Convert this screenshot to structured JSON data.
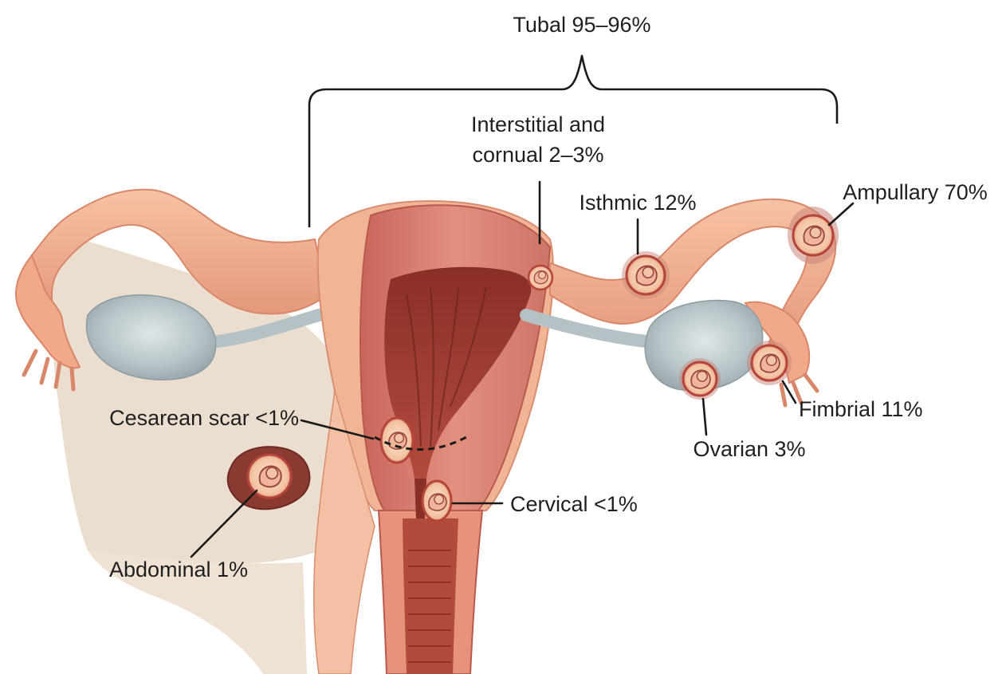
{
  "labels": {
    "tubal": "Tubal 95–96%",
    "interstitial_line1": "Interstitial and",
    "interstitial_line2": "cornual 2–3%",
    "isthmic": "Isthmic 12%",
    "ampullary": "Ampullary 70%",
    "fimbrial": "Fimbrial 11%",
    "ovarian": "Ovarian 3%",
    "cesarean": "Cesarean scar <1%",
    "cervical": "Cervical <1%",
    "abdominal": "Abdominal 1%"
  },
  "colors": {
    "background": "#ffffff",
    "peritoneum": "#e9dccb",
    "uterus_outer": "#f1b596",
    "uterus_muscle": "#d8786a",
    "uterine_cavity": "#9c3a30",
    "tube": "#f2ad8c",
    "ovary": "#b9c5c9",
    "implantation_sac": "#f6d3b8",
    "implantation_rim": "#b5453a",
    "label_text": "#1f1f1f"
  },
  "icons": {
    "embryo": "embryo-icon"
  }
}
